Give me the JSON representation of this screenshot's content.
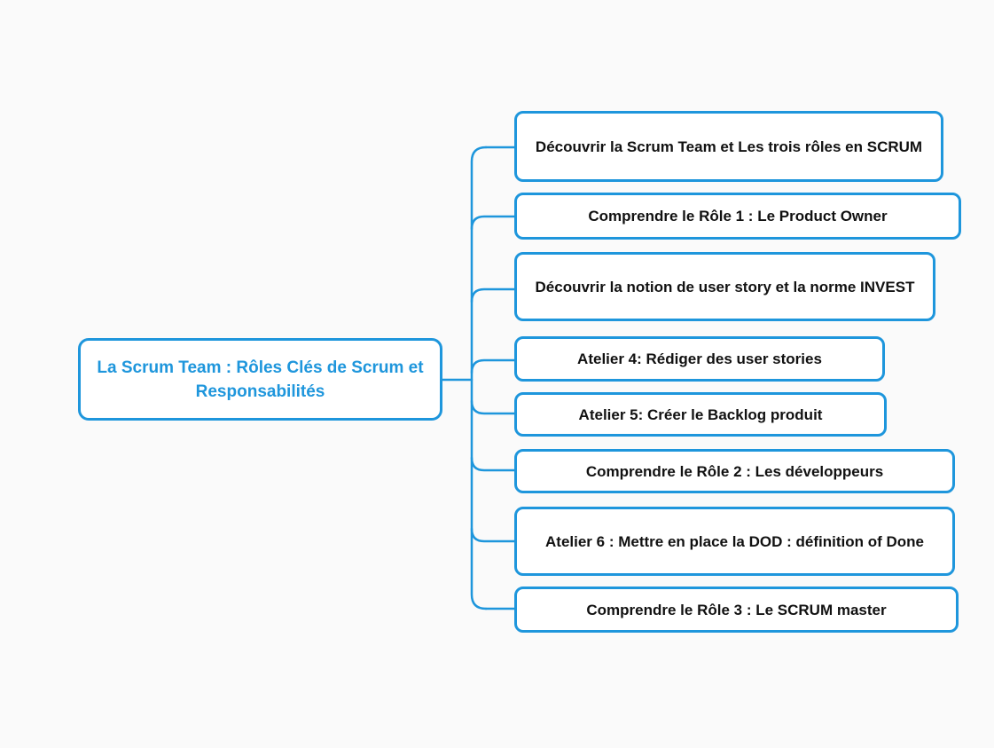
{
  "colors": {
    "accent": "#1e96dc",
    "background": "#fafafa",
    "node_fill": "#ffffff",
    "text": "#111111"
  },
  "root": {
    "label": "La Scrum Team : Rôles Clés de Scrum et Responsabilités"
  },
  "children": [
    {
      "label": "Découvrir la Scrum Team et Les trois rôles en SCRUM"
    },
    {
      "label": "Comprendre le Rôle 1 : Le Product Owner"
    },
    {
      "label": "Découvrir la notion de user story et la norme INVEST"
    },
    {
      "label": "Atelier 4: Rédiger des user stories"
    },
    {
      "label": "Atelier 5: Créer le Backlog produit"
    },
    {
      "label": "Comprendre le Rôle 2 : Les développeurs"
    },
    {
      "label": "Atelier 6 : Mettre en place la DOD : définition of Done"
    },
    {
      "label": "Comprendre le Rôle 3 : Le SCRUM master"
    }
  ]
}
